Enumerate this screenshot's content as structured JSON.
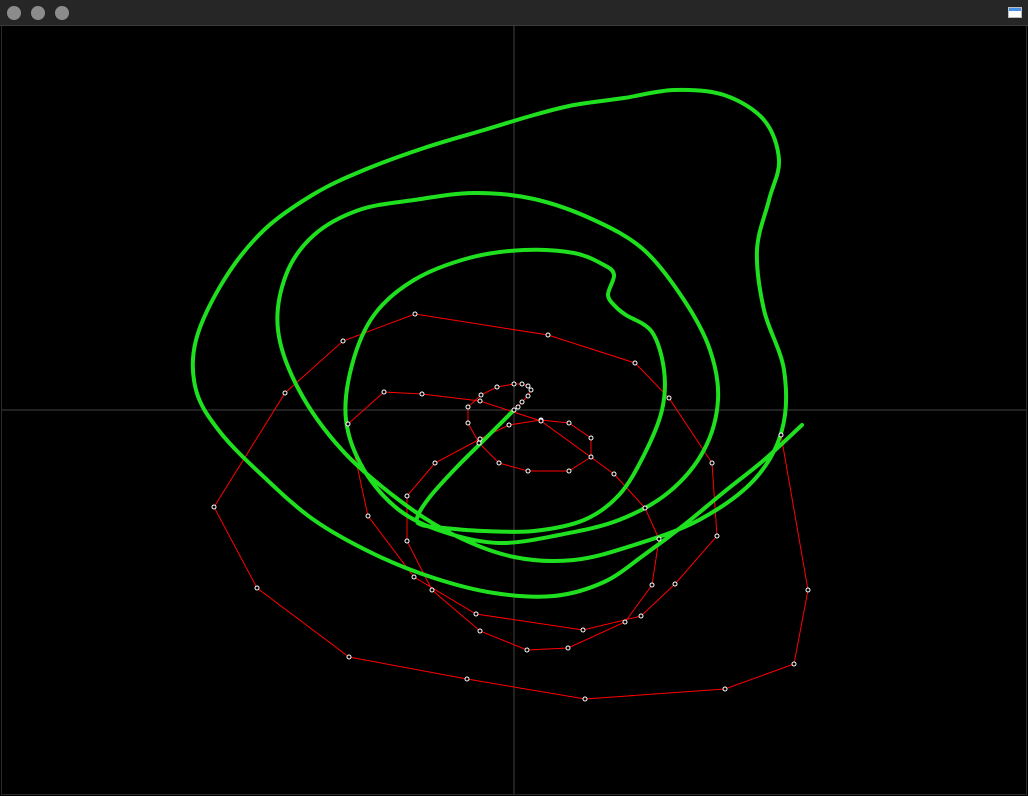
{
  "window": {
    "titlebar_color": "#262626",
    "traffic_lights": [
      "close",
      "minimize",
      "maximize"
    ],
    "window_icon": "window-icon"
  },
  "chart_data": {
    "type": "line",
    "title": "",
    "xlabel": "",
    "ylabel": "",
    "grid": false,
    "background_color": "#000000",
    "axis_color": "#444444",
    "xlim": [
      -514,
      514
    ],
    "ylim": [
      -384,
      384
    ],
    "series": [
      {
        "role": "control-polygon",
        "color": "#ff0000",
        "marker_color": "#ffffff",
        "x": [
          0,
          4,
          8,
          14,
          17,
          14,
          8,
          0,
          -17,
          -33,
          -46,
          -46,
          -35,
          -15,
          14,
          55,
          77,
          77,
          55,
          27,
          -5,
          -34,
          -79,
          -107,
          -107,
          -82,
          -34,
          13,
          54,
          111,
          138,
          145,
          131,
          100,
          27,
          -34,
          -92,
          -130,
          -166,
          -146,
          -100,
          -38,
          69,
          127,
          161,
          203,
          198,
          155,
          121,
          34,
          -99,
          -171,
          -229,
          -300,
          -257,
          -165,
          -47,
          71,
          211,
          280,
          294,
          267
        ],
        "y": [
          0,
          3,
          8,
          14,
          20,
          24,
          26,
          26,
          23,
          15,
          3,
          -13,
          -33,
          -53,
          -61,
          -61,
          -47,
          -28,
          -13,
          -10,
          -15,
          -29,
          -53,
          -86,
          -131,
          -180,
          -221,
          -240,
          -238,
          -212,
          -175,
          -129,
          -98,
          -64,
          -11,
          9,
          16,
          18,
          -14,
          -106,
          -167,
          -204,
          -220,
          -206,
          -174,
          -126,
          -53,
          12,
          47,
          75,
          96,
          69,
          17,
          -97,
          -178,
          -247,
          -269,
          -289,
          -279,
          -254,
          -180,
          -25
        ]
      },
      {
        "role": "smooth-curve",
        "color": "#1fe01f",
        "x": [
          0,
          -30,
          -60,
          -85,
          -97,
          -92,
          -70,
          -30,
          20,
          70,
          105,
          130,
          148,
          150,
          138,
          112,
          102,
          94,
          100,
          90,
          60,
          10,
          -45,
          -100,
          -140,
          -162,
          -168,
          -150,
          -115,
          -70,
          -15,
          45,
          105,
          155,
          190,
          204,
          196,
          170,
          130,
          80,
          20,
          -40,
          -100,
          -155,
          -200,
          -228,
          -236,
          -215,
          -172,
          -115,
          -60,
          0,
          60,
          120,
          185,
          240,
          268,
          270,
          250,
          243,
          255,
          265,
          250,
          210,
          160,
          110,
          60,
          20,
          -30,
          -90,
          -150,
          -200,
          -250,
          -290,
          -318,
          -318,
          -294,
          -250,
          -200,
          -140,
          -80,
          -20,
          40,
          90,
          130,
          170,
          210,
          250,
          288
        ],
        "y": [
          0,
          -30,
          -60,
          -88,
          -108,
          -115,
          -118,
          -121,
          -121,
          -110,
          -85,
          -45,
          0,
          40,
          78,
          95,
          103,
          115,
          135,
          145,
          157,
          160,
          152,
          130,
          95,
          45,
          -10,
          -60,
          -100,
          -122,
          -133,
          -125,
          -110,
          -82,
          -40,
          10,
          60,
          110,
          160,
          190,
          211,
          217,
          210,
          200,
          175,
          135,
          80,
          20,
          -40,
          -90,
          -125,
          -147,
          -150,
          -135,
          -110,
          -70,
          -20,
          40,
          100,
          160,
          210,
          250,
          290,
          315,
          320,
          312,
          305,
          295,
          280,
          262,
          240,
          216,
          180,
          130,
          70,
          20,
          -22,
          -67,
          -110,
          -144,
          -168,
          -183,
          -186,
          -172,
          -145,
          -115,
          -82,
          -50,
          -15
        ]
      }
    ]
  }
}
